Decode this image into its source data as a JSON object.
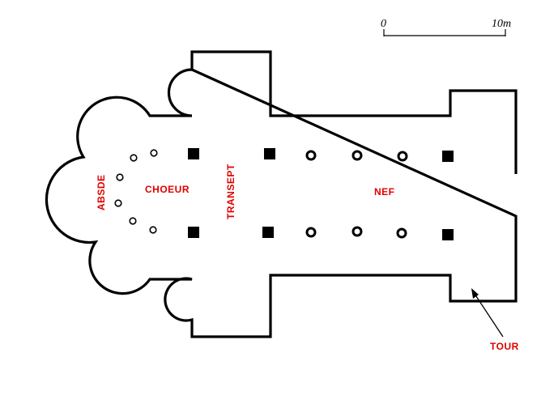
{
  "diagram": {
    "labels": {
      "apse": "ABSDE",
      "choir": "CHOEUR",
      "transept": "TRANSEPT",
      "nave": "NEF",
      "tower": "TOUR"
    },
    "scale_bar": {
      "start": "0",
      "end": "10m"
    },
    "colors": {
      "label": "#e00000",
      "walls": "#000000",
      "background": "#ffffff"
    }
  }
}
